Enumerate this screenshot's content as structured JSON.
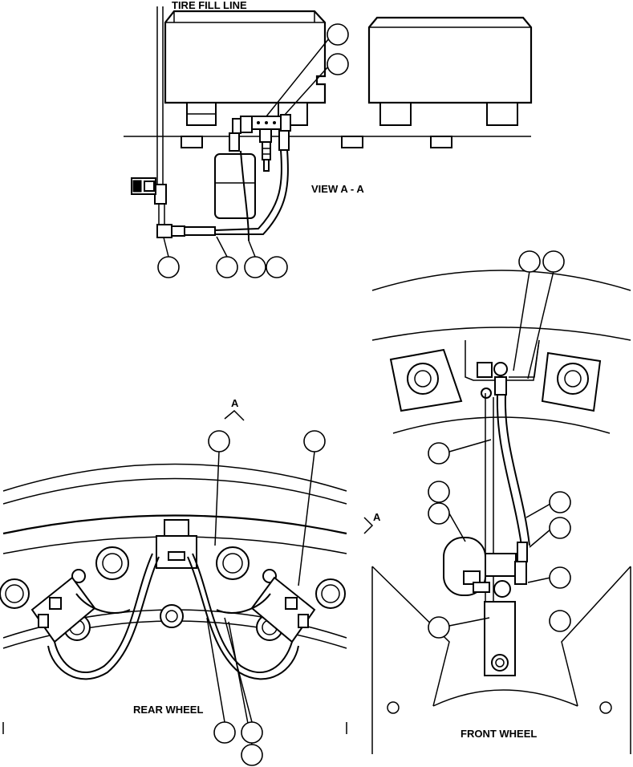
{
  "labels": {
    "tire_fill_line": "TIRE FILL LINE",
    "view_aa": "VIEW A - A",
    "rear_wheel": "REAR WHEEL",
    "front_wheel": "FRONT WHEEL",
    "section_a_rear": "A",
    "section_a_front": "A"
  }
}
